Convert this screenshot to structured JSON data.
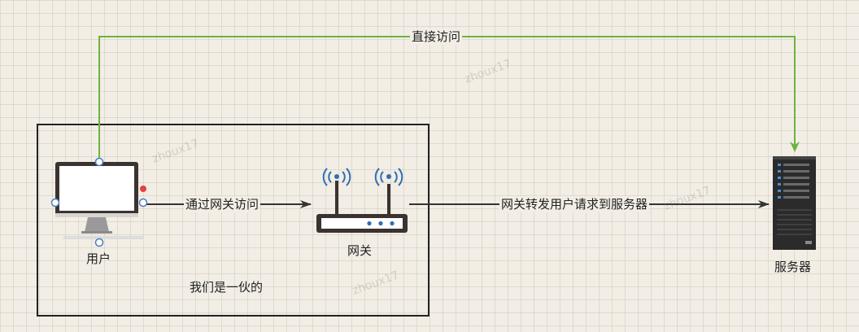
{
  "diagram": {
    "nodes": {
      "user": {
        "label": "用户",
        "icon": "monitor-icon"
      },
      "gateway": {
        "label": "网关",
        "icon": "router-icon"
      },
      "server": {
        "label": "服务器",
        "icon": "server-rack-icon"
      }
    },
    "group": {
      "label": "我们是一伙的"
    },
    "edges": {
      "direct": {
        "label": "直接访问",
        "color": "#6db33f"
      },
      "via_gateway": {
        "label": "通过网关访问",
        "color": "#333333"
      },
      "forward": {
        "label": "网关转发用户请求到服务器",
        "color": "#333333"
      }
    },
    "watermark": "zhoux17"
  }
}
